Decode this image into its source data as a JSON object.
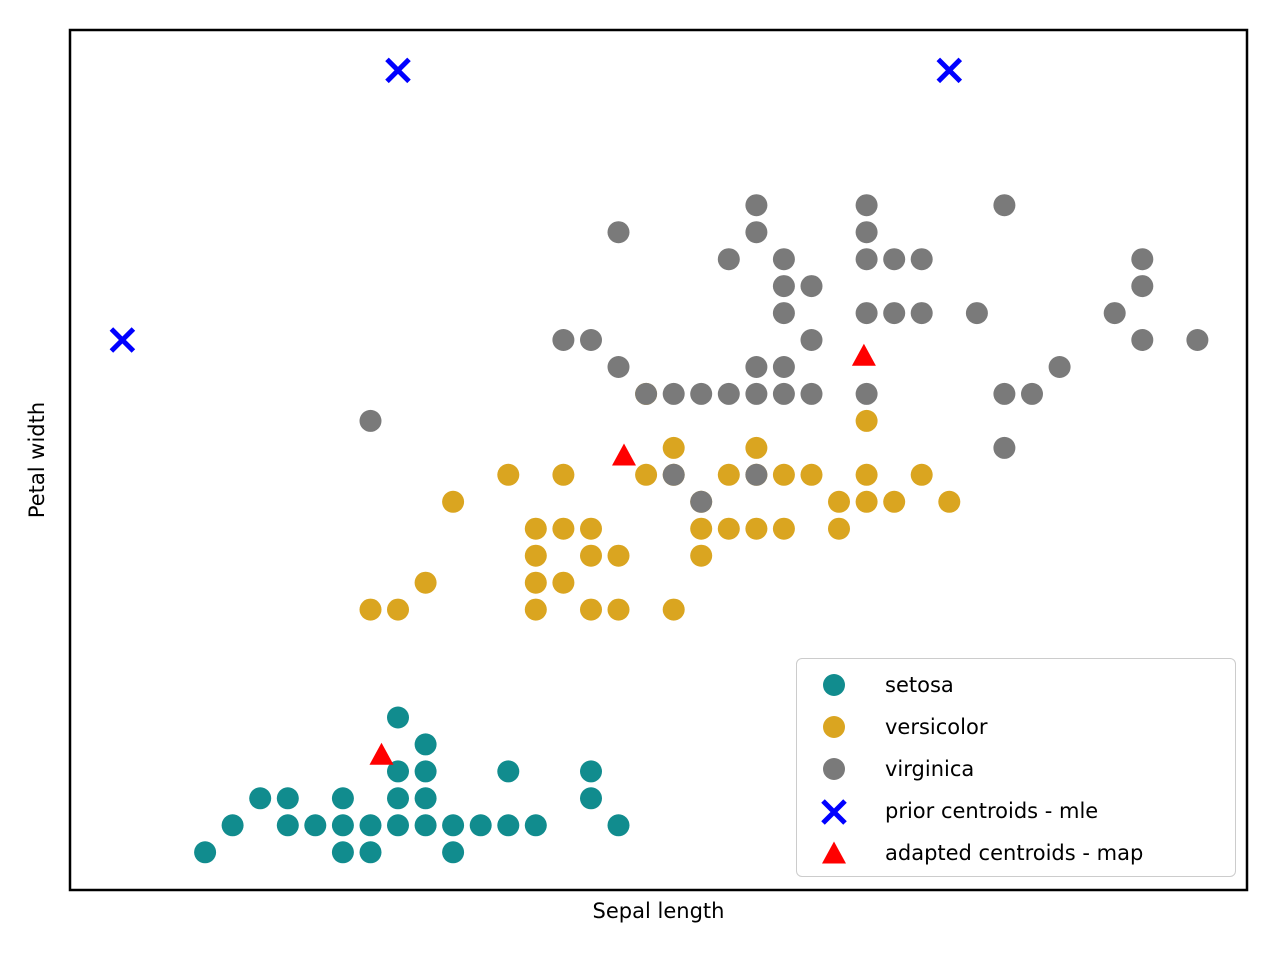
{
  "axes": {
    "xlabel": "Sepal length",
    "ylabel": "Petal width"
  },
  "colors": {
    "setosa": "#118C8E",
    "versicolor": "#DAA520",
    "virginica": "#7A7A7A",
    "prior_centroids": "#0000FF",
    "adapted_centroids": "#FF0000",
    "frame": "#000000",
    "legend_border": "#CCCCCC",
    "background": "#FFFFFF"
  },
  "legend": {
    "items": [
      {
        "label": "setosa",
        "marker": "circle",
        "color": "#118C8E"
      },
      {
        "label": "versicolor",
        "marker": "circle",
        "color": "#DAA520"
      },
      {
        "label": "virginica",
        "marker": "circle",
        "color": "#7A7A7A"
      },
      {
        "label": "prior centroids - mle",
        "marker": "x",
        "color": "#0000FF"
      },
      {
        "label": "adapted centroids - map",
        "marker": "triangle",
        "color": "#FF0000"
      }
    ]
  },
  "chart_data": {
    "type": "scatter",
    "title": "",
    "xlabel": "Sepal length",
    "ylabel": "Petal width",
    "xlim": [
      3.81,
      8.08
    ],
    "ylim": [
      -0.04,
      3.15
    ],
    "grid": false,
    "legend_position": "lower right",
    "series": [
      {
        "name": "setosa",
        "marker": "circle",
        "color": "#118C8E",
        "points": [
          [
            4.3,
            0.1
          ],
          [
            4.8,
            0.1
          ],
          [
            4.9,
            0.1
          ],
          [
            5.2,
            0.1
          ],
          [
            4.4,
            0.2
          ],
          [
            4.6,
            0.2
          ],
          [
            4.7,
            0.2
          ],
          [
            4.8,
            0.2
          ],
          [
            4.9,
            0.2
          ],
          [
            5.0,
            0.2
          ],
          [
            5.1,
            0.2
          ],
          [
            5.2,
            0.2
          ],
          [
            5.3,
            0.2
          ],
          [
            5.4,
            0.2
          ],
          [
            5.5,
            0.2
          ],
          [
            5.8,
            0.2
          ],
          [
            4.5,
            0.3
          ],
          [
            4.6,
            0.3
          ],
          [
            4.8,
            0.3
          ],
          [
            5.0,
            0.3
          ],
          [
            5.1,
            0.3
          ],
          [
            5.7,
            0.3
          ],
          [
            5.0,
            0.4
          ],
          [
            5.1,
            0.4
          ],
          [
            5.4,
            0.4
          ],
          [
            5.7,
            0.4
          ],
          [
            5.1,
            0.5
          ],
          [
            5.0,
            0.6
          ]
        ]
      },
      {
        "name": "versicolor",
        "marker": "circle",
        "color": "#DAA520",
        "points": [
          [
            4.9,
            1.0
          ],
          [
            5.0,
            1.0
          ],
          [
            5.5,
            1.0
          ],
          [
            5.7,
            1.0
          ],
          [
            5.8,
            1.0
          ],
          [
            6.0,
            1.0
          ],
          [
            5.1,
            1.1
          ],
          [
            5.5,
            1.1
          ],
          [
            5.6,
            1.1
          ],
          [
            5.5,
            1.2
          ],
          [
            5.7,
            1.2
          ],
          [
            5.8,
            1.2
          ],
          [
            6.1,
            1.2
          ],
          [
            5.5,
            1.3
          ],
          [
            5.6,
            1.3
          ],
          [
            5.7,
            1.3
          ],
          [
            6.1,
            1.3
          ],
          [
            6.2,
            1.3
          ],
          [
            6.3,
            1.3
          ],
          [
            6.4,
            1.3
          ],
          [
            6.6,
            1.3
          ],
          [
            5.2,
            1.4
          ],
          [
            6.1,
            1.4
          ],
          [
            6.6,
            1.4
          ],
          [
            6.7,
            1.4
          ],
          [
            6.8,
            1.4
          ],
          [
            7.0,
            1.4
          ],
          [
            5.4,
            1.5
          ],
          [
            5.6,
            1.5
          ],
          [
            5.9,
            1.5
          ],
          [
            6.0,
            1.5
          ],
          [
            6.2,
            1.5
          ],
          [
            6.3,
            1.5
          ],
          [
            6.4,
            1.5
          ],
          [
            6.5,
            1.5
          ],
          [
            6.7,
            1.5
          ],
          [
            6.9,
            1.5
          ],
          [
            6.0,
            1.6
          ],
          [
            6.3,
            1.6
          ],
          [
            6.7,
            1.7
          ],
          [
            5.9,
            1.8
          ]
        ]
      },
      {
        "name": "virginica",
        "marker": "circle",
        "color": "#7A7A7A",
        "points": [
          [
            6.1,
            1.4
          ],
          [
            6.0,
            1.5
          ],
          [
            6.3,
            1.5
          ],
          [
            7.2,
            1.6
          ],
          [
            4.9,
            1.7
          ],
          [
            5.9,
            1.8
          ],
          [
            6.0,
            1.8
          ],
          [
            6.1,
            1.8
          ],
          [
            6.2,
            1.8
          ],
          [
            6.3,
            1.8
          ],
          [
            6.4,
            1.8
          ],
          [
            6.5,
            1.8
          ],
          [
            6.7,
            1.8
          ],
          [
            7.2,
            1.8
          ],
          [
            7.3,
            1.8
          ],
          [
            5.8,
            1.9
          ],
          [
            6.3,
            1.9
          ],
          [
            6.4,
            1.9
          ],
          [
            7.4,
            1.9
          ],
          [
            5.6,
            2.0
          ],
          [
            5.7,
            2.0
          ],
          [
            6.5,
            2.0
          ],
          [
            7.7,
            2.0
          ],
          [
            7.9,
            2.0
          ],
          [
            6.4,
            2.1
          ],
          [
            6.7,
            2.1
          ],
          [
            6.8,
            2.1
          ],
          [
            6.9,
            2.1
          ],
          [
            7.1,
            2.1
          ],
          [
            7.6,
            2.1
          ],
          [
            6.4,
            2.2
          ],
          [
            6.5,
            2.2
          ],
          [
            7.7,
            2.2
          ],
          [
            6.2,
            2.3
          ],
          [
            6.4,
            2.3
          ],
          [
            6.7,
            2.3
          ],
          [
            6.8,
            2.3
          ],
          [
            6.9,
            2.3
          ],
          [
            7.7,
            2.3
          ],
          [
            5.8,
            2.4
          ],
          [
            6.3,
            2.4
          ],
          [
            6.7,
            2.4
          ],
          [
            6.3,
            2.5
          ],
          [
            6.7,
            2.5
          ],
          [
            7.2,
            2.5
          ]
        ]
      },
      {
        "name": "prior centroids - mle",
        "marker": "x",
        "color": "#0000FF",
        "points": [
          [
            4.0,
            2.0
          ],
          [
            5.0,
            3.0
          ],
          [
            7.0,
            3.0
          ]
        ]
      },
      {
        "name": "adapted centroids - map",
        "marker": "triangle",
        "color": "#FF0000",
        "points": [
          [
            4.94,
            0.46
          ],
          [
            5.82,
            1.57
          ],
          [
            6.69,
            1.94
          ]
        ]
      }
    ]
  }
}
